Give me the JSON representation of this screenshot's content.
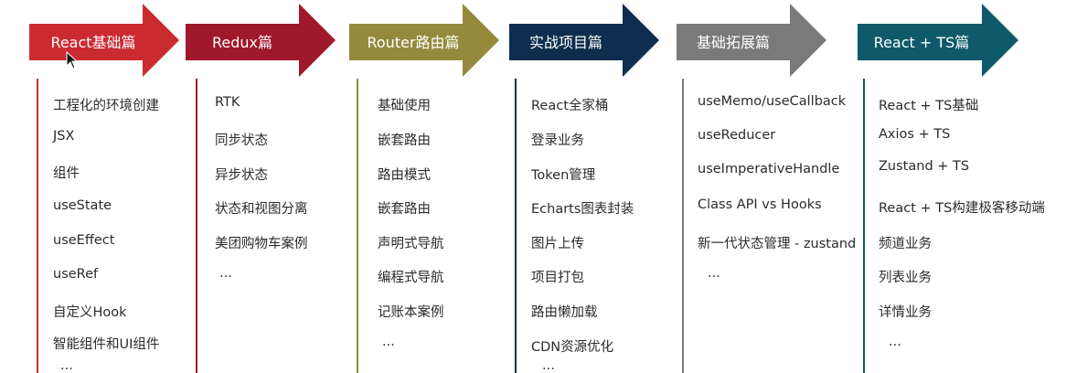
{
  "stages": [
    {
      "title": "React基础篇",
      "color": "#cc2a31",
      "items": [
        "工程化的环境创建",
        "JSX",
        "组件",
        "useState",
        "useEffect",
        "useRef",
        "自定义Hook",
        "智能组件和UI组件",
        "..."
      ]
    },
    {
      "title": "Redux篇",
      "color": "#a0182b",
      "items": [
        "RTK",
        "同步状态",
        "异步状态",
        "状态和视图分离",
        "美团购物车案例",
        "..."
      ]
    },
    {
      "title": "Router路由篇",
      "color": "#958a3c",
      "items": [
        "基础使用",
        "嵌套路由",
        "路由模式",
        "嵌套路由",
        "声明式导航",
        "编程式导航",
        "记账本案例",
        "..."
      ]
    },
    {
      "title": "实战项目篇",
      "color": "#0d2e4e",
      "items": [
        "React全家桶",
        "登录业务",
        "Token管理",
        "Echarts图表封装",
        "图片上传",
        "项目打包",
        "路由懒加载",
        "CDN资源优化",
        "..."
      ]
    },
    {
      "title": "基础拓展篇",
      "color": "#7a7a7a",
      "items": [
        "useMemo/useCallback",
        "useReducer",
        "useImperativeHandle",
        "Class API vs Hooks",
        "新一代状态管理 - zustand",
        "..."
      ]
    },
    {
      "title": "React + TS篇",
      "color": "#0e5a6a",
      "items": [
        "React + TS基础",
        "Axios + TS",
        "Zustand + TS",
        "React + TS构建极客移动端",
        "频道业务",
        "列表业务",
        "详情业务",
        "..."
      ]
    }
  ]
}
